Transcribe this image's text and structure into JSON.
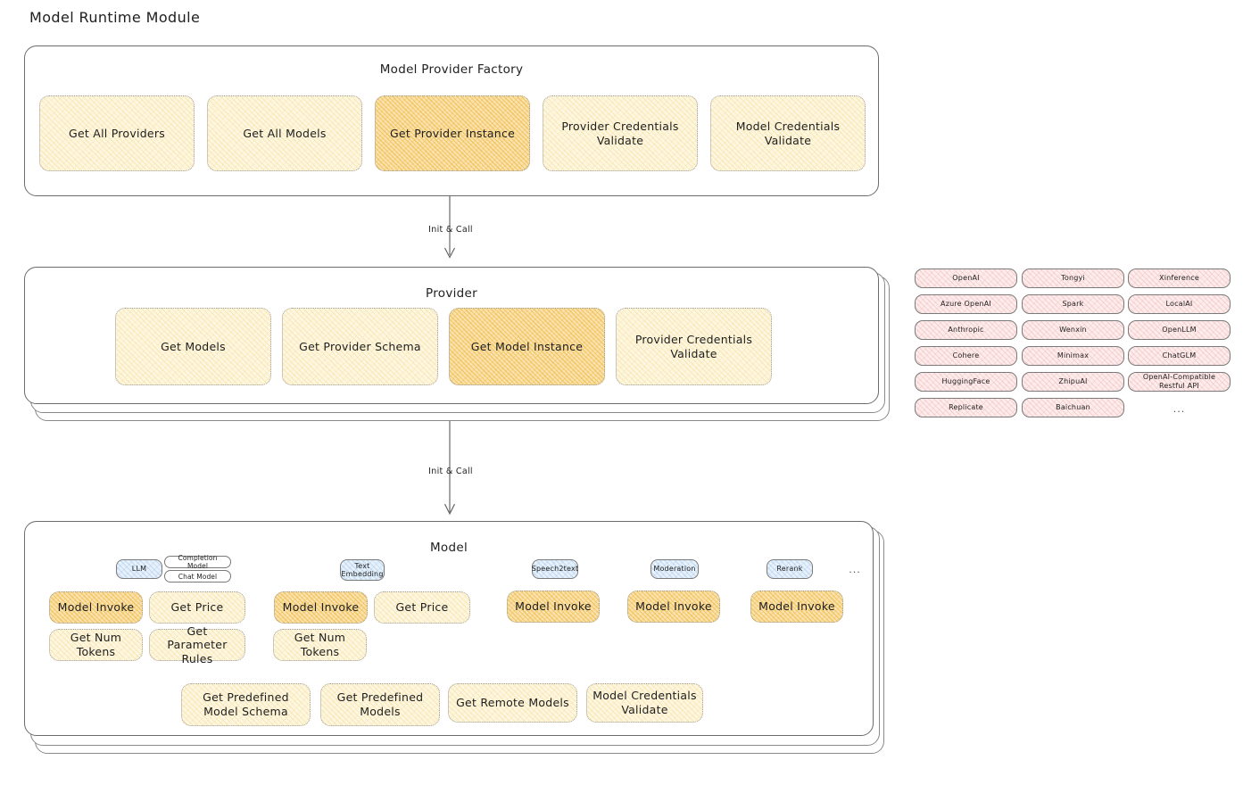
{
  "title": "Model Runtime Module",
  "factory": {
    "title": "Model Provider Factory",
    "boxes": [
      {
        "label": "Get All Providers",
        "highlight": false
      },
      {
        "label": "Get All Models",
        "highlight": false
      },
      {
        "label": "Get Provider Instance",
        "highlight": true
      },
      {
        "label": "Provider Credentials Validate",
        "highlight": false
      },
      {
        "label": "Model Credentials Validate",
        "highlight": false
      }
    ]
  },
  "arrow1": {
    "label": "Init & Call"
  },
  "provider": {
    "title": "Provider",
    "boxes": [
      {
        "label": "Get Models",
        "highlight": false
      },
      {
        "label": "Get Provider Schema",
        "highlight": false
      },
      {
        "label": "Get Model Instance",
        "highlight": true
      },
      {
        "label": "Provider Credentials Validate",
        "highlight": false
      }
    ]
  },
  "provider_list": {
    "columns": [
      [
        "OpenAI",
        "Azure OpenAI",
        "Anthropic",
        "Cohere",
        "HuggingFace",
        "Replicate"
      ],
      [
        "Tongyi",
        "Spark",
        "Wenxin",
        "Minimax",
        "ZhipuAI",
        "Baichuan"
      ],
      [
        "Xinference",
        "LocalAI",
        "OpenLLM",
        "ChatGLM",
        "OpenAI-Compatible Restful API"
      ]
    ],
    "more": "..."
  },
  "arrow2": {
    "label": "Init & Call"
  },
  "model": {
    "title": "Model",
    "more": "...",
    "types": [
      {
        "name": "LLM",
        "subtags": [
          "Completion Model",
          "Chat Model"
        ],
        "ops": [
          {
            "label": "Model Invoke",
            "highlight": true
          },
          {
            "label": "Get Price",
            "highlight": false
          },
          {
            "label": "Get Num Tokens",
            "highlight": false
          },
          {
            "label": "Get Parameter Rules",
            "highlight": false
          }
        ]
      },
      {
        "name": "Text Embedding",
        "subtags": [],
        "ops": [
          {
            "label": "Model Invoke",
            "highlight": true
          },
          {
            "label": "Get Price",
            "highlight": false
          },
          {
            "label": "Get Num Tokens",
            "highlight": false
          }
        ]
      },
      {
        "name": "Speech2text",
        "subtags": [],
        "ops": [
          {
            "label": "Model Invoke",
            "highlight": true
          }
        ]
      },
      {
        "name": "Moderation",
        "subtags": [],
        "ops": [
          {
            "label": "Model Invoke",
            "highlight": true
          }
        ]
      },
      {
        "name": "Rerank",
        "subtags": [],
        "ops": [
          {
            "label": "Model Invoke",
            "highlight": true
          }
        ]
      }
    ],
    "shared_ops": [
      "Get Predefined Model Schema",
      "Get Predefined Models",
      "Get Remote Models",
      "Model Credentials Validate"
    ]
  },
  "colors": {
    "cream": "#fdf6e0",
    "amber": "#fae3b0",
    "pink": "#fdecec",
    "blue": "#e7f1fb",
    "stroke": "#6b6b6b"
  }
}
